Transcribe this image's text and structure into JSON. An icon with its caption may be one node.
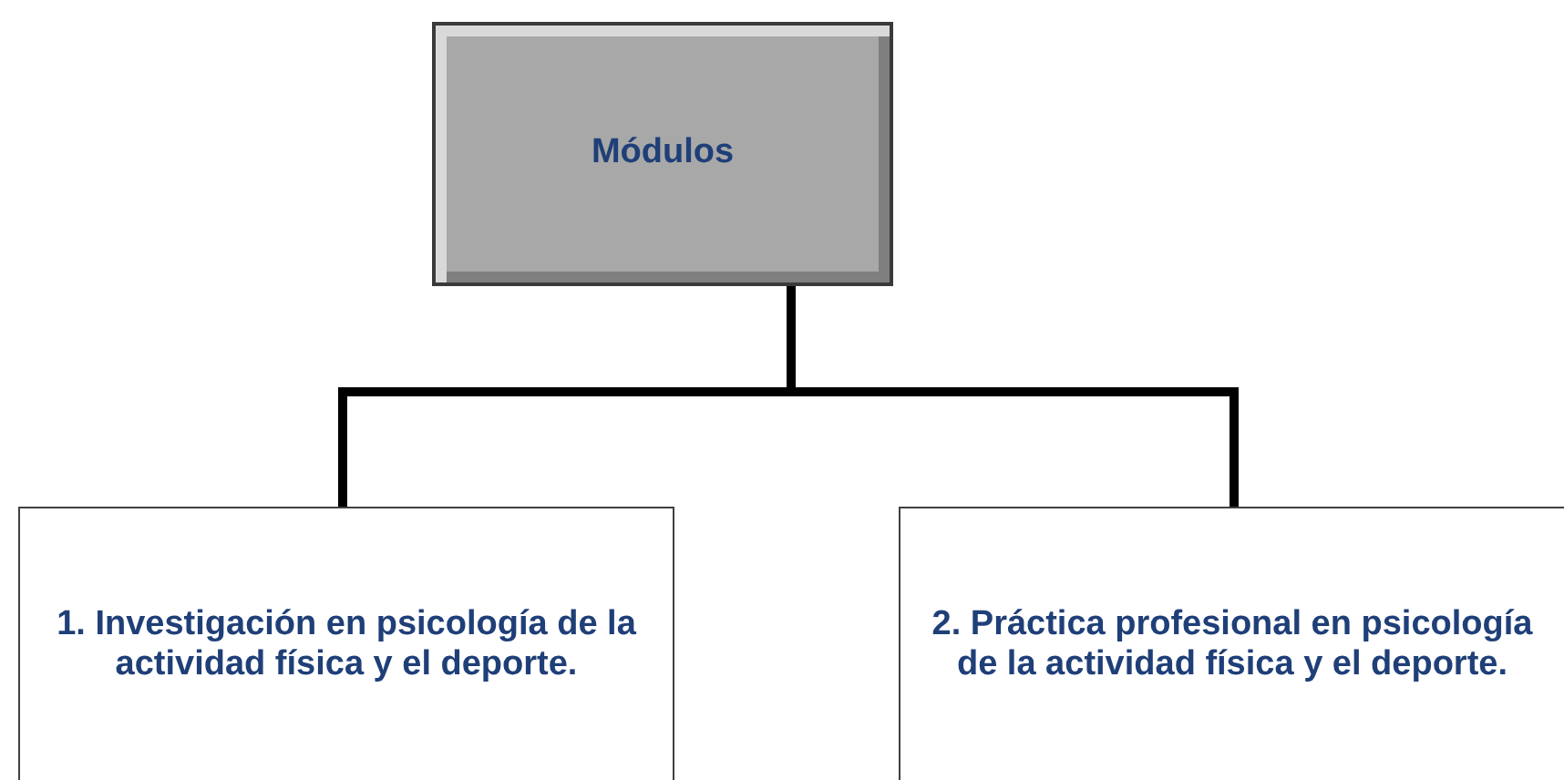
{
  "diagram": {
    "nodes": [
      {
        "text": [
          "Módulos"
        ]
      },
      {
        "text": [
          "1. Investigación en psicología de la actividad física y el deporte."
        ]
      },
      {
        "text": [
          "2. Práctica profesional en psicología de la actividad física y el deporte."
        ]
      }
    ],
    "edges": [
      {
        "from": 0,
        "to": 1,
        "arrow": "none"
      },
      {
        "from": 0,
        "to": 2,
        "arrow": "none"
      }
    ]
  }
}
